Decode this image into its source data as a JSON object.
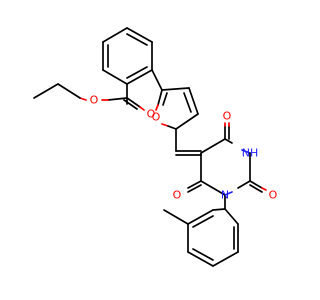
{
  "molecule": {
    "atoms": {
      "o_ester_carbonyl": "O",
      "o_ester": "O",
      "o_furan": "O",
      "o_c4": "O",
      "o_c2": "O",
      "o_c6": "O",
      "nh": "NH",
      "n_aryl": "N"
    },
    "colors": {
      "bond": "#000000",
      "oxygen": "#ff0000",
      "nitrogen": "#2020ff",
      "background": "#ffffff"
    }
  }
}
